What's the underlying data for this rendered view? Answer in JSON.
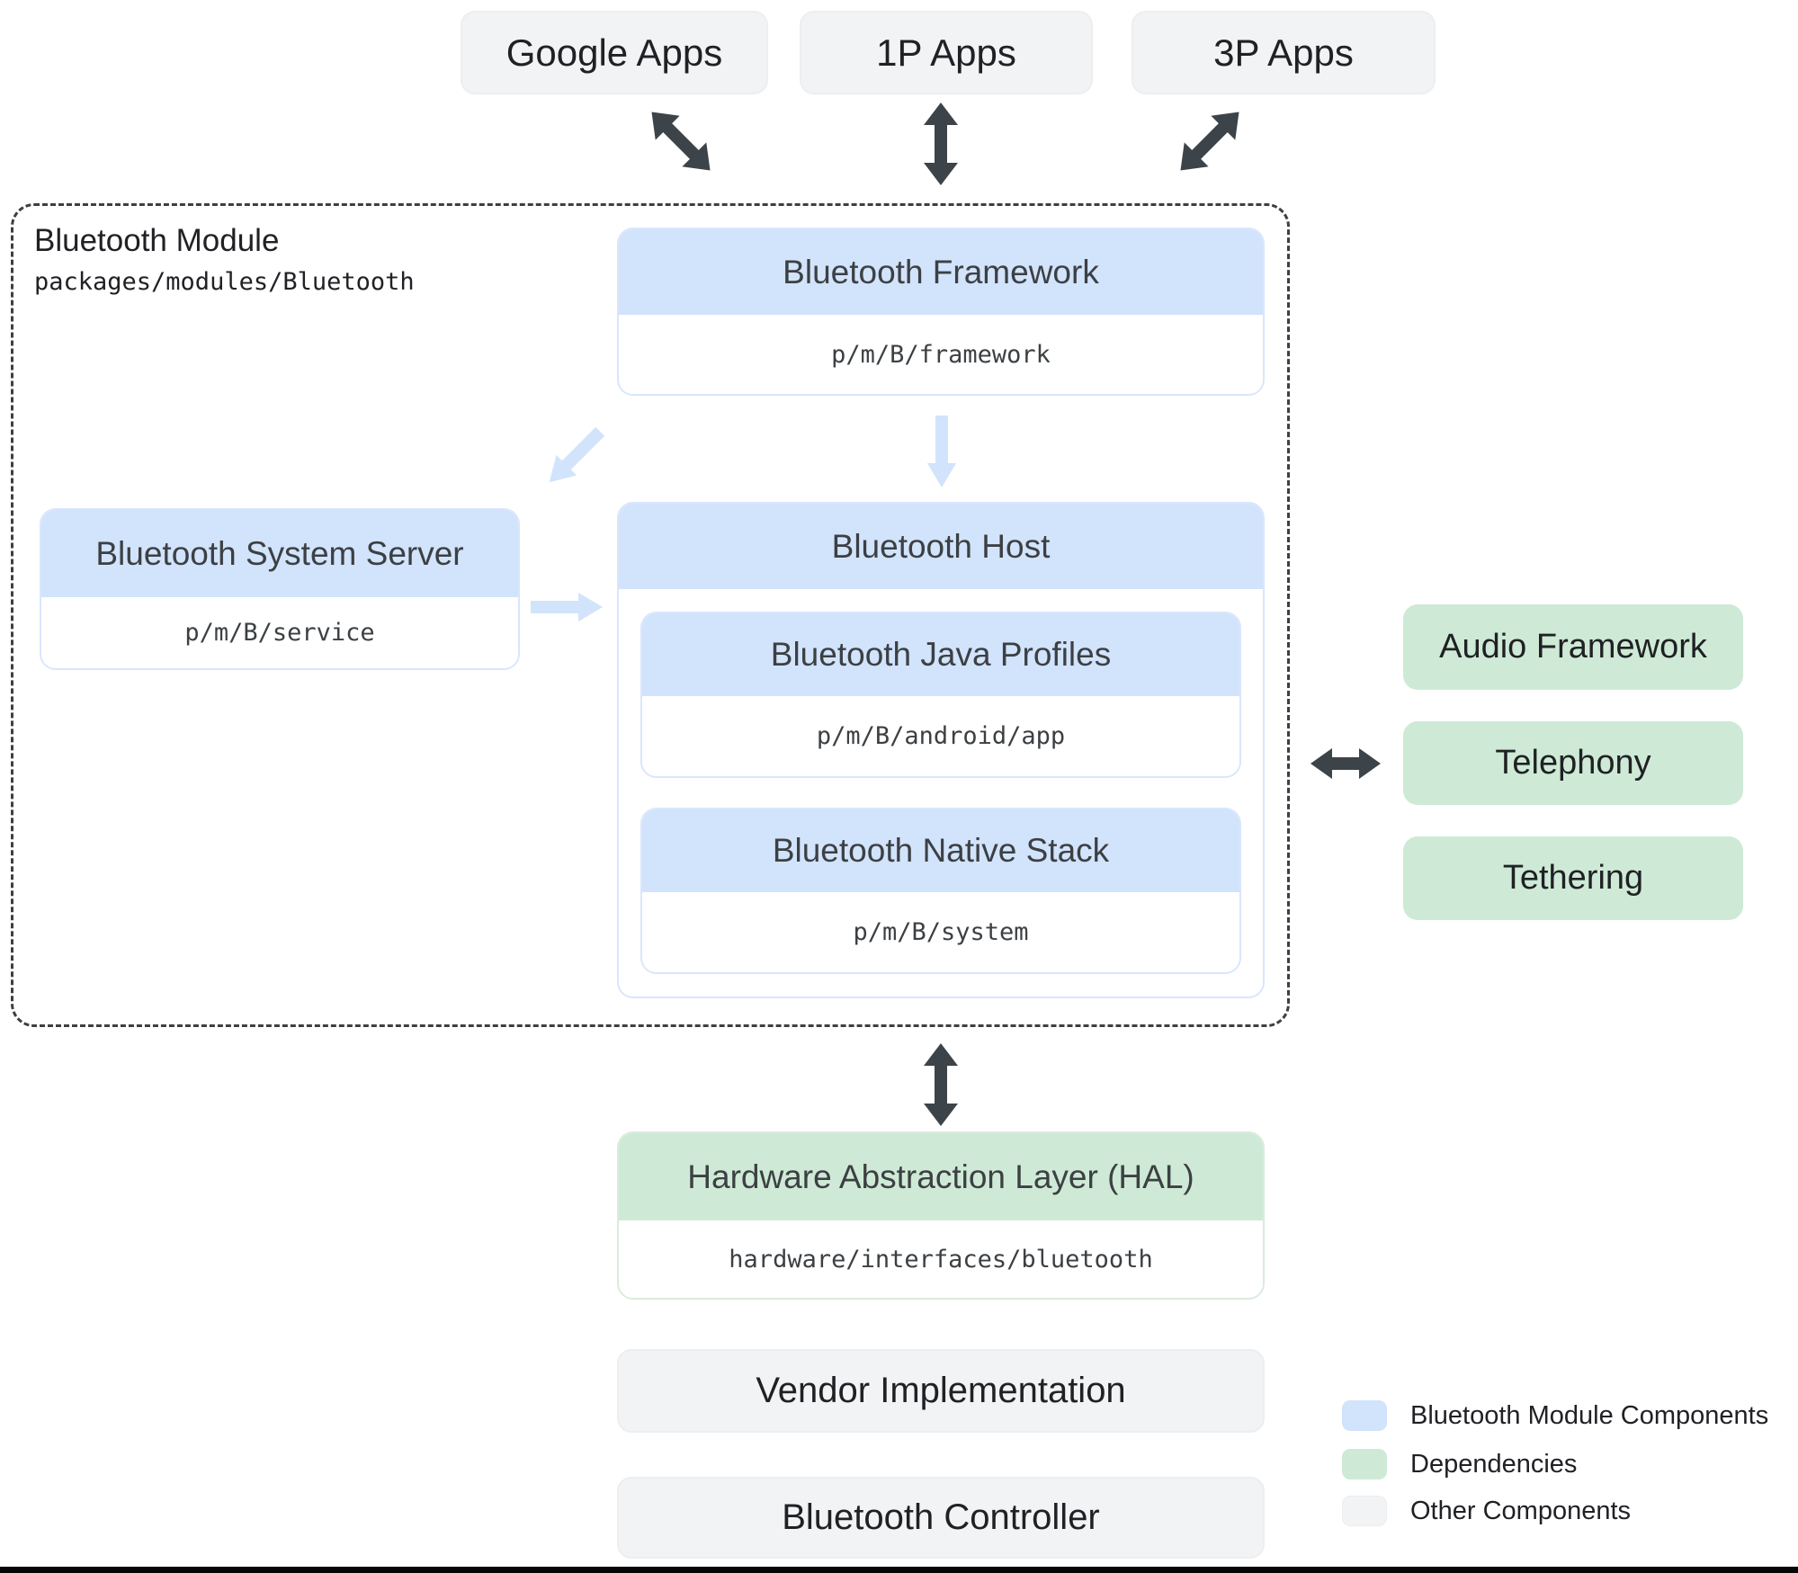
{
  "apps": [
    {
      "label": "Google Apps"
    },
    {
      "label": "1P Apps"
    },
    {
      "label": "3P Apps"
    }
  ],
  "module": {
    "title": "Bluetooth Module",
    "path": "packages/modules/Bluetooth",
    "framework": {
      "title": "Bluetooth Framework",
      "path": "p/m/B/framework"
    },
    "system_server": {
      "title": "Bluetooth System Server",
      "path": "p/m/B/service"
    },
    "host": {
      "title": "Bluetooth Host",
      "java_profiles": {
        "title": "Bluetooth Java Profiles",
        "path": "p/m/B/android/app"
      },
      "native_stack": {
        "title": "Bluetooth Native Stack",
        "path": "p/m/B/system"
      }
    }
  },
  "dependencies": [
    {
      "label": "Audio Framework"
    },
    {
      "label": "Telephony"
    },
    {
      "label": "Tethering"
    }
  ],
  "hal": {
    "title": "Hardware Abstraction Layer (HAL)",
    "path": "hardware/interfaces/bluetooth"
  },
  "other_components": [
    {
      "label": "Vendor Implementation"
    },
    {
      "label": "Bluetooth Controller"
    }
  ],
  "legend": [
    {
      "label": "Bluetooth Module Components",
      "color": "#d2e3fc"
    },
    {
      "label": "Dependencies",
      "color": "#ceead6"
    },
    {
      "label": "Other Components",
      "color": "#f1f3f4"
    }
  ],
  "colors": {
    "module_component_fill": "#d2e3fc",
    "dependency_fill": "#ceead6",
    "other_fill": "#f1f3f4",
    "dark_arrow": "#3c4349",
    "light_arrow": "#d2e3fc",
    "dashed_border": "#3c4043"
  }
}
